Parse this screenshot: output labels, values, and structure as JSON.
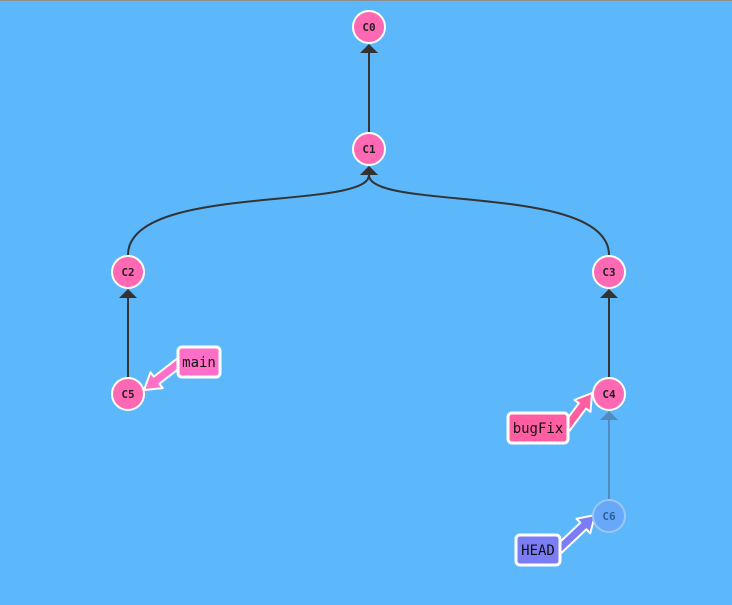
{
  "colors": {
    "background": "#5cb8fb",
    "commit": "#ff69b4",
    "commit_stroke": "#ffffff",
    "ghost_commit": "#68a8f8",
    "edge": "#333333",
    "ghost_edge": "#4f7fae",
    "branch_main": "#ff6ec7",
    "branch_bugfix": "#ff5fa2",
    "branch_head": "#7c7cf5"
  },
  "commits": [
    {
      "id": "C0",
      "label": "C0"
    },
    {
      "id": "C1",
      "label": "C1"
    },
    {
      "id": "C2",
      "label": "C2"
    },
    {
      "id": "C3",
      "label": "C3"
    },
    {
      "id": "C4",
      "label": "C4"
    },
    {
      "id": "C5",
      "label": "C5"
    },
    {
      "id": "C6",
      "label": "C6",
      "ghost": true
    }
  ],
  "edges": [
    {
      "from": "C1",
      "to": "C0"
    },
    {
      "from": "C2",
      "to": "C1"
    },
    {
      "from": "C3",
      "to": "C1"
    },
    {
      "from": "C5",
      "to": "C2"
    },
    {
      "from": "C4",
      "to": "C3"
    },
    {
      "from": "C6",
      "to": "C4",
      "ghost": true
    }
  ],
  "branches": [
    {
      "name": "main",
      "target": "C5"
    },
    {
      "name": "bugFix",
      "target": "C4"
    },
    {
      "name": "HEAD",
      "target": "C6"
    }
  ]
}
